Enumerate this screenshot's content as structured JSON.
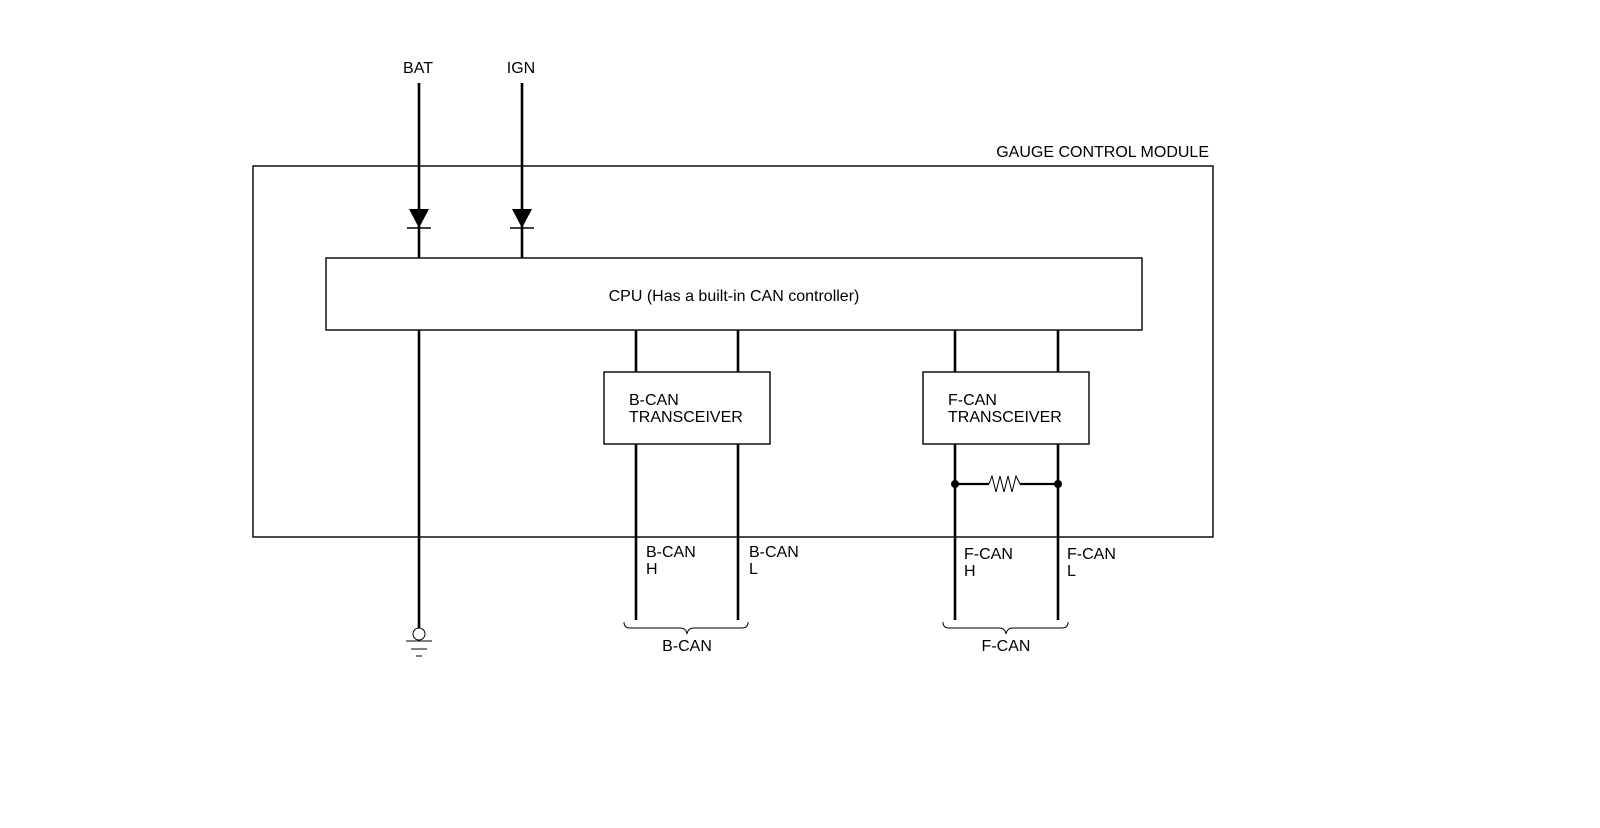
{
  "supplies": {
    "bat": "BAT",
    "ign": "IGN"
  },
  "module": {
    "title": "GAUGE CONTROL MODULE",
    "cpu_label": "CPU (Has a built-in CAN controller)"
  },
  "b_can_transceiver": {
    "line1": "B-CAN",
    "line2": "TRANSCEIVER"
  },
  "f_can_transceiver": {
    "line1": "F-CAN",
    "line2": "TRANSCEIVER"
  },
  "b_can_lines": {
    "high": {
      "line1": "B-CAN",
      "line2": "H"
    },
    "low": {
      "line1": "B-CAN",
      "line2": "L"
    },
    "bus": "B-CAN"
  },
  "f_can_lines": {
    "high": {
      "line1": "F-CAN",
      "line2": "H"
    },
    "low": {
      "line1": "F-CAN",
      "line2": "L"
    },
    "bus": "F-CAN"
  },
  "icons": {
    "diode": "diode-icon",
    "ground": "ground-icon",
    "resistor": "resistor-icon"
  }
}
